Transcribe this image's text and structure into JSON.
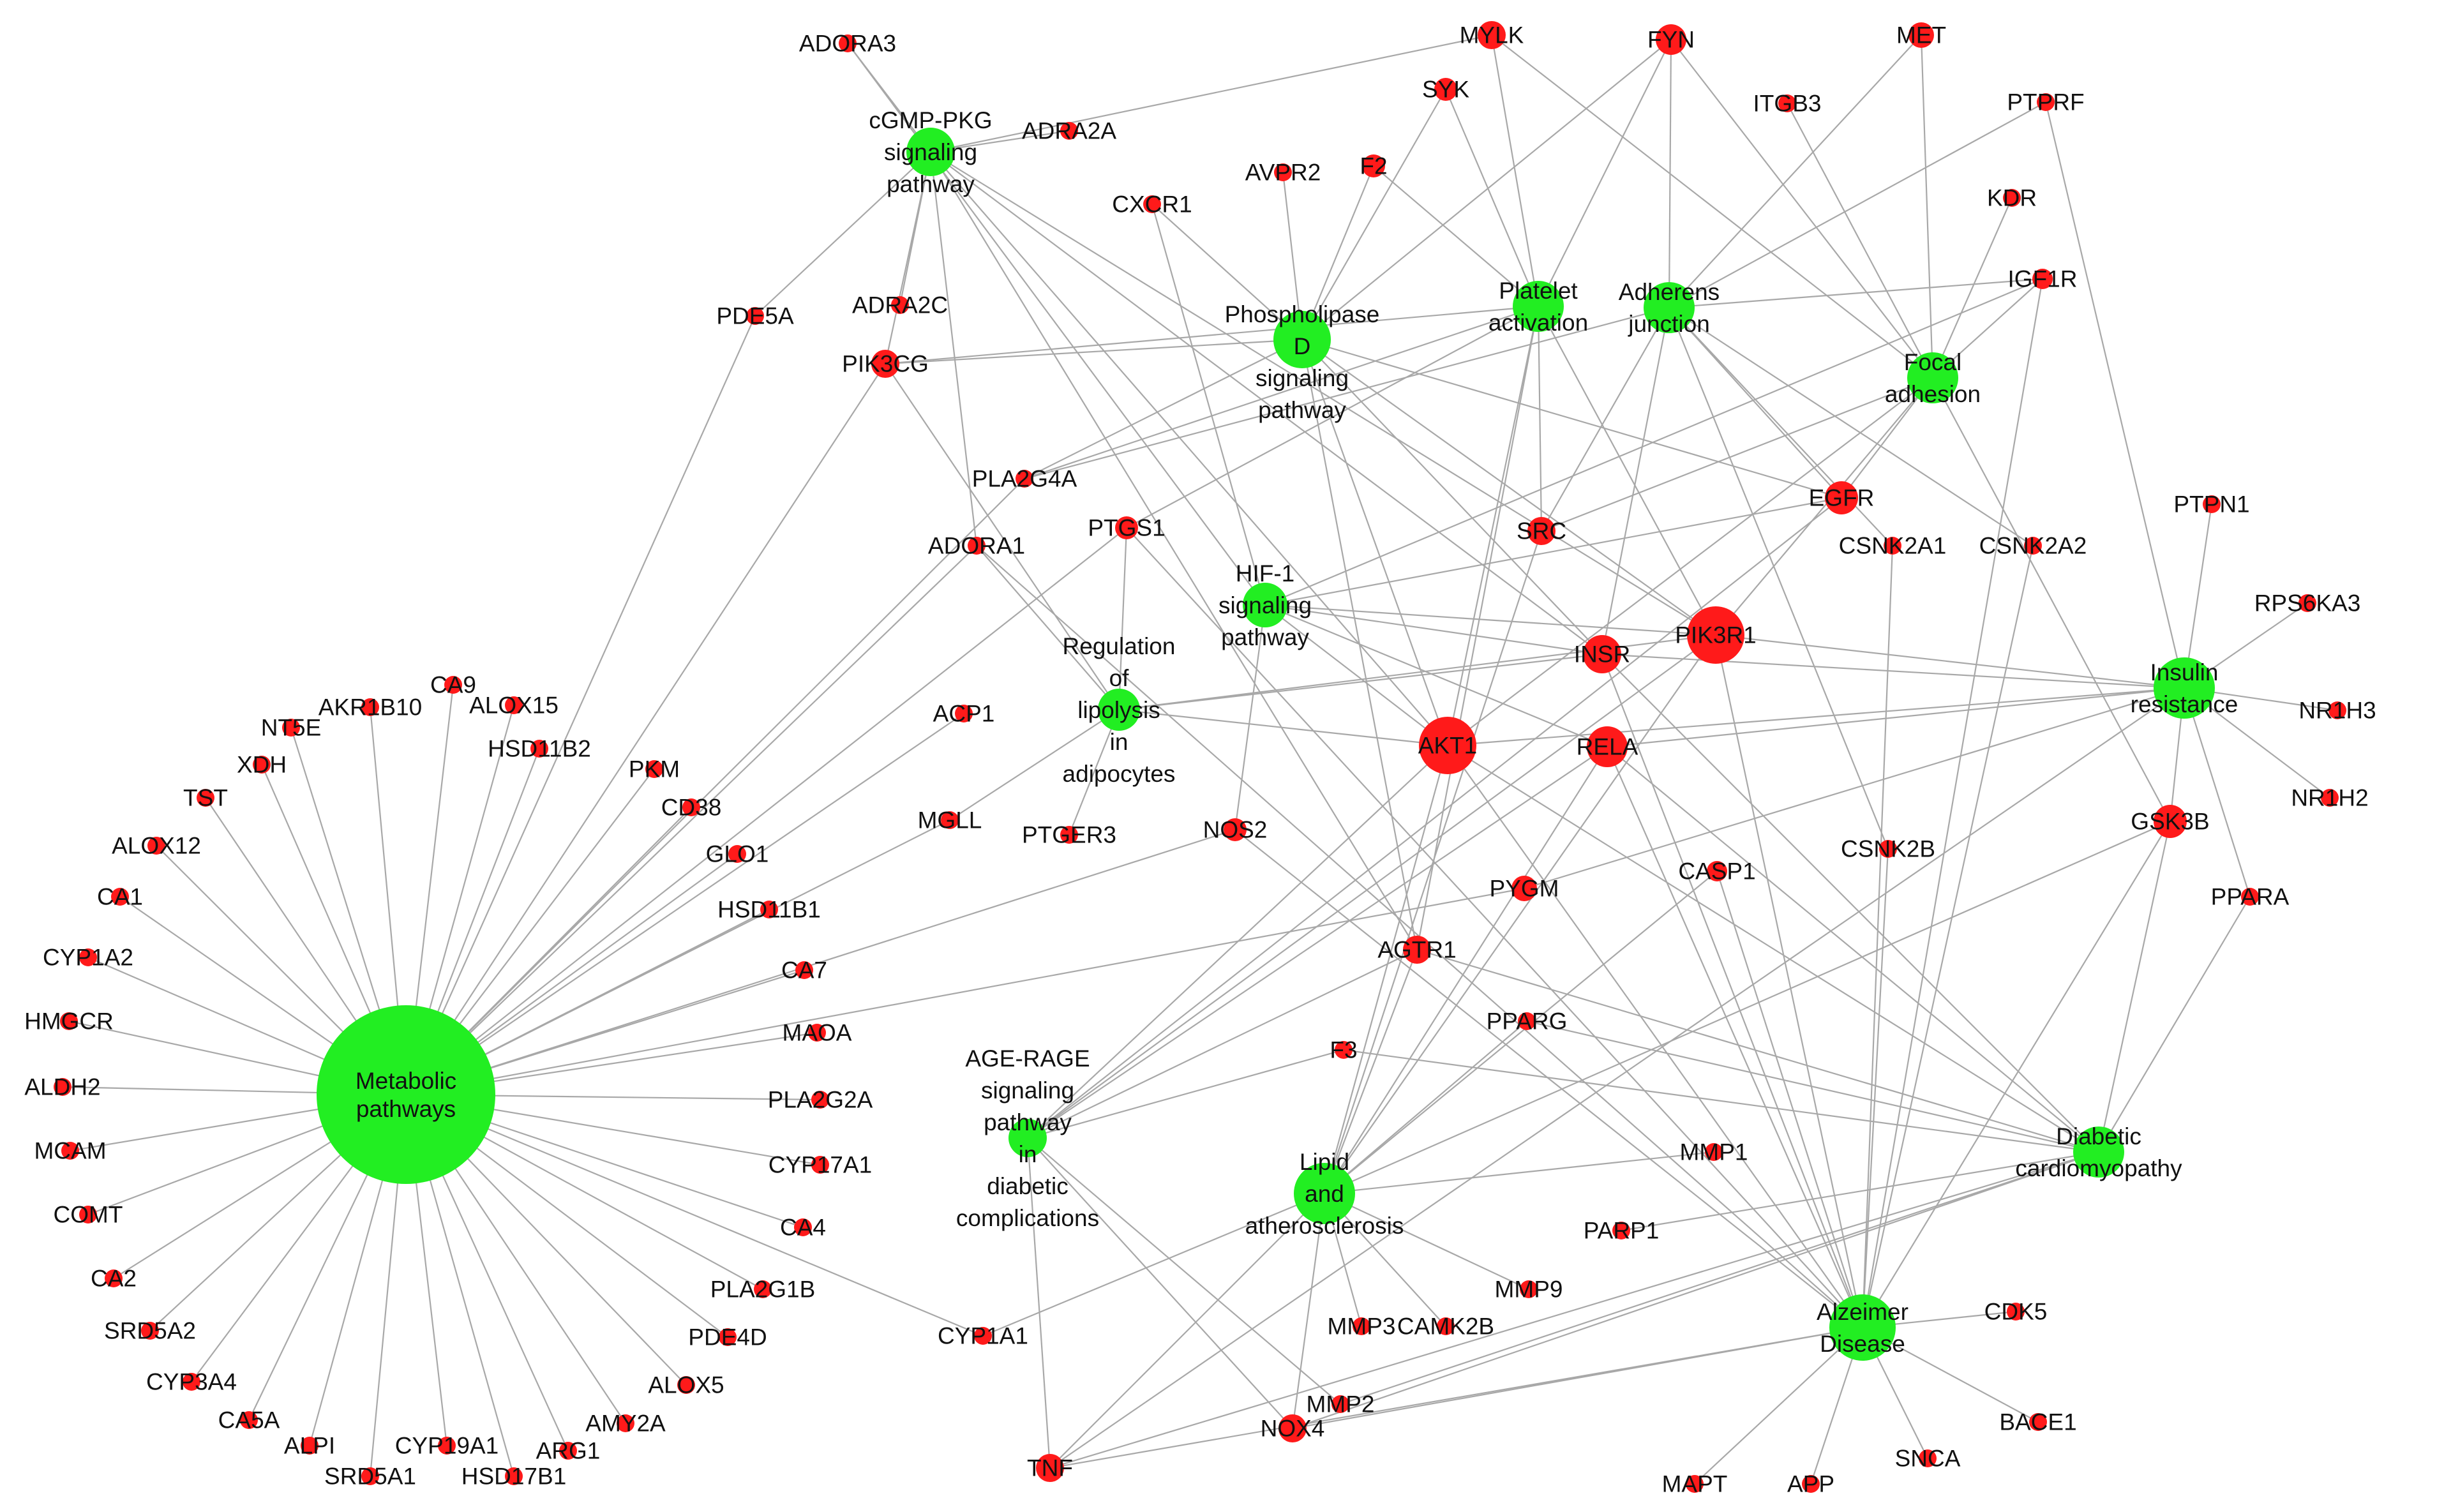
{
  "colors": {
    "gene_node": "#ff1a1a",
    "pathway_node": "#22ee22",
    "edge": "#a8a8a8",
    "label": "#111111"
  },
  "pathways": [
    {
      "id": "cgmp",
      "label": "cGMP-PKG\nsignaling\npathway"
    },
    {
      "id": "pld",
      "label": "Phospholipase\nD\nsignaling\npathway"
    },
    {
      "id": "platelet",
      "label": "Platelet\nactivation"
    },
    {
      "id": "adherens",
      "label": "Adherens\njunction"
    },
    {
      "id": "focal",
      "label": "Focal\nadhesion"
    },
    {
      "id": "hif1",
      "label": "HIF-1\nsignaling\npathway"
    },
    {
      "id": "lipolysis",
      "label": "Regulation\nof\nlipolysis\nin\nadipocytes"
    },
    {
      "id": "insulin",
      "label": "Insulin\nresistance"
    },
    {
      "id": "metabolic",
      "label": "Metabolic\npathways"
    },
    {
      "id": "agerage",
      "label": "AGE-RAGE\nsignaling\npathway\nin\ndiabetic\ncomplications"
    },
    {
      "id": "lipid",
      "label": "Lipid\nand\natherosclerosis"
    },
    {
      "id": "diabetic",
      "label": "Diabetic\ncardiomyopathy"
    },
    {
      "id": "alz",
      "label": "Alzeimer\nDisease"
    }
  ],
  "genes": [
    "ADORA3",
    "ADRA2A",
    "ADRA2C",
    "PDE5A",
    "PIK3CG",
    "MYLK",
    "SYK",
    "AVPR2",
    "F2",
    "CXCR1",
    "FYN",
    "ITGB3",
    "MET",
    "PTPRF",
    "KDR",
    "IGF1R",
    "PLA2G4A",
    "ADORA1",
    "PTGS1",
    "SRC",
    "EGFR",
    "CSNK2A1",
    "CSNK2A2",
    "PTPN1",
    "RPS6KA3",
    "NR1H3",
    "NR1H2",
    "INSR",
    "PIK3R1",
    "AKT1",
    "RELA",
    "ACP1",
    "MGLL",
    "PTGER3",
    "NOS2",
    "GSK3B",
    "PPARA",
    "CSNK2B",
    "CASP1",
    "PYGM",
    "AGTR1",
    "PPARG",
    "F3",
    "MMP1",
    "PARP1",
    "MMP9",
    "MMP3",
    "CAMK2B",
    "CDK5",
    "BACE1",
    "SNCA",
    "APP",
    "MAPT",
    "NOX4",
    "MMP2",
    "TNF",
    "CYP1A1",
    "CA9",
    "ALOX15",
    "AKR1B10",
    "HSD11B2",
    "NT5E",
    "XDH",
    "TST",
    "ALOX12",
    "CA1",
    "CYP1A2",
    "HMGCR",
    "ALDH2",
    "MCAM",
    "COMT",
    "CA2",
    "SRD5A2",
    "CYP3A4",
    "CA5A",
    "ALPI",
    "SRD5A1",
    "CYP19A1",
    "HSD17B1",
    "ARG1",
    "AMY2A",
    "ALOX5",
    "PDE4D",
    "PLA2G1B",
    "CA4",
    "CYP17A1",
    "PLA2G2A",
    "MAOA",
    "CA7",
    "HSD11B1",
    "GLO1",
    "CD38",
    "PKM"
  ],
  "edges": [
    [
      "cgmp",
      "ADORA3"
    ],
    [
      "cgmp",
      "ADRA2A"
    ],
    [
      "cgmp",
      "ADRA2C"
    ],
    [
      "cgmp",
      "PDE5A"
    ],
    [
      "cgmp",
      "PIK3CG"
    ],
    [
      "cgmp",
      "MYLK"
    ],
    [
      "cgmp",
      "ADORA1"
    ],
    [
      "cgmp",
      "AKT1"
    ],
    [
      "cgmp",
      "INSR"
    ],
    [
      "cgmp",
      "PIK3R1"
    ],
    [
      "cgmp",
      "AGTR1"
    ],
    [
      "pld",
      "PIK3CG"
    ],
    [
      "pld",
      "CXCR1"
    ],
    [
      "pld",
      "AVPR2"
    ],
    [
      "pld",
      "F2"
    ],
    [
      "pld",
      "SYK"
    ],
    [
      "pld",
      "FYN"
    ],
    [
      "pld",
      "PLA2G4A"
    ],
    [
      "pld",
      "EGFR"
    ],
    [
      "pld",
      "INSR"
    ],
    [
      "pld",
      "PIK3R1"
    ],
    [
      "pld",
      "AKT1"
    ],
    [
      "pld",
      "AGTR1"
    ],
    [
      "platelet",
      "PIK3CG"
    ],
    [
      "platelet",
      "MYLK"
    ],
    [
      "platelet",
      "SYK"
    ],
    [
      "platelet",
      "F2"
    ],
    [
      "platelet",
      "FYN"
    ],
    [
      "platelet",
      "PLA2G4A"
    ],
    [
      "platelet",
      "PTGS1"
    ],
    [
      "platelet",
      "SRC"
    ],
    [
      "platelet",
      "AKT1"
    ],
    [
      "platelet",
      "PIK3R1"
    ],
    [
      "platelet",
      "AGTR1"
    ],
    [
      "adherens",
      "FYN"
    ],
    [
      "adherens",
      "MET"
    ],
    [
      "adherens",
      "PTPRF"
    ],
    [
      "adherens",
      "IGF1R"
    ],
    [
      "adherens",
      "SRC"
    ],
    [
      "adherens",
      "EGFR"
    ],
    [
      "adherens",
      "INSR"
    ],
    [
      "adherens",
      "CSNK2A1"
    ],
    [
      "adherens",
      "CSNK2A2"
    ],
    [
      "adherens",
      "CSNK2B"
    ],
    [
      "adherens",
      "PLA2G4A"
    ],
    [
      "focal",
      "MYLK"
    ],
    [
      "focal",
      "FYN"
    ],
    [
      "focal",
      "ITGB3"
    ],
    [
      "focal",
      "MET"
    ],
    [
      "focal",
      "KDR"
    ],
    [
      "focal",
      "IGF1R"
    ],
    [
      "focal",
      "EGFR"
    ],
    [
      "focal",
      "SRC"
    ],
    [
      "focal",
      "AKT1"
    ],
    [
      "focal",
      "PIK3R1"
    ],
    [
      "focal",
      "GSK3B"
    ],
    [
      "focal",
      "HIF-1"
    ],
    [
      "hif1",
      "EGFR"
    ],
    [
      "hif1",
      "IGF1R"
    ],
    [
      "hif1",
      "INSR"
    ],
    [
      "hif1",
      "PIK3R1"
    ],
    [
      "hif1",
      "AKT1"
    ],
    [
      "hif1",
      "RELA"
    ],
    [
      "hif1",
      "NOS2"
    ],
    [
      "hif1",
      "ADORA3"
    ],
    [
      "hif1",
      "CXCR1"
    ],
    [
      "lipolysis",
      "ADORA1"
    ],
    [
      "lipolysis",
      "PTGS1"
    ],
    [
      "lipolysis",
      "PTGER3"
    ],
    [
      "lipolysis",
      "MGLL"
    ],
    [
      "lipolysis",
      "INSR"
    ],
    [
      "lipolysis",
      "AKT1"
    ],
    [
      "lipolysis",
      "PIK3R1"
    ],
    [
      "lipolysis",
      "PIK3CG"
    ],
    [
      "insulin",
      "PTPN1"
    ],
    [
      "insulin",
      "RPS6KA3"
    ],
    [
      "insulin",
      "NR1H3"
    ],
    [
      "insulin",
      "NR1H2"
    ],
    [
      "insulin",
      "GSK3B"
    ],
    [
      "insulin",
      "PPARA"
    ],
    [
      "insulin",
      "INSR"
    ],
    [
      "insulin",
      "PIK3R1"
    ],
    [
      "insulin",
      "AKT1"
    ],
    [
      "insulin",
      "RELA"
    ],
    [
      "insulin",
      "PYGM"
    ],
    [
      "insulin",
      "PTPRF"
    ],
    [
      "insulin",
      "TNF"
    ],
    [
      "metabolic",
      "PDE5A"
    ],
    [
      "metabolic",
      "PIK3CG"
    ],
    [
      "metabolic",
      "PLA2G4A"
    ],
    [
      "metabolic",
      "ADORA1"
    ],
    [
      "metabolic",
      "PTGS1"
    ],
    [
      "metabolic",
      "ACP1"
    ],
    [
      "metabolic",
      "MGLL"
    ],
    [
      "metabolic",
      "NOS2"
    ],
    [
      "metabolic",
      "PYGM"
    ],
    [
      "metabolic",
      "CYP1A1"
    ],
    [
      "metabolic",
      "CA9"
    ],
    [
      "metabolic",
      "ALOX15"
    ],
    [
      "metabolic",
      "AKR1B10"
    ],
    [
      "metabolic",
      "HSD11B2"
    ],
    [
      "metabolic",
      "NT5E"
    ],
    [
      "metabolic",
      "XDH"
    ],
    [
      "metabolic",
      "TST"
    ],
    [
      "metabolic",
      "ALOX12"
    ],
    [
      "metabolic",
      "CA1"
    ],
    [
      "metabolic",
      "CYP1A2"
    ],
    [
      "metabolic",
      "HMGCR"
    ],
    [
      "metabolic",
      "ALDH2"
    ],
    [
      "metabolic",
      "MCAM"
    ],
    [
      "metabolic",
      "COMT"
    ],
    [
      "metabolic",
      "CA2"
    ],
    [
      "metabolic",
      "SRD5A2"
    ],
    [
      "metabolic",
      "CYP3A4"
    ],
    [
      "metabolic",
      "CA5A"
    ],
    [
      "metabolic",
      "ALPI"
    ],
    [
      "metabolic",
      "SRD5A1"
    ],
    [
      "metabolic",
      "CYP19A1"
    ],
    [
      "metabolic",
      "HSD17B1"
    ],
    [
      "metabolic",
      "ARG1"
    ],
    [
      "metabolic",
      "AMY2A"
    ],
    [
      "metabolic",
      "ALOX5"
    ],
    [
      "metabolic",
      "PDE4D"
    ],
    [
      "metabolic",
      "PLA2G1B"
    ],
    [
      "metabolic",
      "CA4"
    ],
    [
      "metabolic",
      "CYP17A1"
    ],
    [
      "metabolic",
      "PLA2G2A"
    ],
    [
      "metabolic",
      "MAOA"
    ],
    [
      "metabolic",
      "CA7"
    ],
    [
      "metabolic",
      "HSD11B1"
    ],
    [
      "metabolic",
      "GLO1"
    ],
    [
      "metabolic",
      "CD38"
    ],
    [
      "metabolic",
      "PKM"
    ],
    [
      "agerage",
      "AKT1"
    ],
    [
      "agerage",
      "PIK3R1"
    ],
    [
      "agerage",
      "RELA"
    ],
    [
      "agerage",
      "F3"
    ],
    [
      "agerage",
      "AGTR1"
    ],
    [
      "agerage",
      "NOX4"
    ],
    [
      "agerage",
      "TNF"
    ],
    [
      "agerage",
      "MMP2"
    ],
    [
      "agerage",
      "EGFR"
    ],
    [
      "lipid",
      "AKT1"
    ],
    [
      "lipid",
      "PIK3R1"
    ],
    [
      "lipid",
      "RELA"
    ],
    [
      "lipid",
      "CASP1"
    ],
    [
      "lipid",
      "PPARG"
    ],
    [
      "lipid",
      "MMP1"
    ],
    [
      "lipid",
      "MMP3"
    ],
    [
      "lipid",
      "MMP9"
    ],
    [
      "lipid",
      "CAMK2B"
    ],
    [
      "lipid",
      "TNF"
    ],
    [
      "lipid",
      "CYP1A1"
    ],
    [
      "lipid",
      "AGTR1"
    ],
    [
      "lipid",
      "GSK3B"
    ],
    [
      "lipid",
      "NOX4"
    ],
    [
      "lipid",
      "SRC"
    ],
    [
      "diabetic",
      "AKT1"
    ],
    [
      "diabetic",
      "RELA"
    ],
    [
      "diabetic",
      "GSK3B"
    ],
    [
      "diabetic",
      "PPARA"
    ],
    [
      "diabetic",
      "PPARG"
    ],
    [
      "diabetic",
      "AGTR1"
    ],
    [
      "diabetic",
      "PARP1"
    ],
    [
      "diabetic",
      "NOX4"
    ],
    [
      "diabetic",
      "MMP2"
    ],
    [
      "diabetic",
      "INSR"
    ],
    [
      "diabetic",
      "TNF"
    ],
    [
      "diabetic",
      "F3"
    ],
    [
      "alz",
      "INSR"
    ],
    [
      "alz",
      "CSNK2A1"
    ],
    [
      "alz",
      "CSNK2A2"
    ],
    [
      "alz",
      "CSNK2B"
    ],
    [
      "alz",
      "GSK3B"
    ],
    [
      "alz",
      "CASP1"
    ],
    [
      "alz",
      "RELA"
    ],
    [
      "alz",
      "CDK5"
    ],
    [
      "alz",
      "BACE1"
    ],
    [
      "alz",
      "SNCA"
    ],
    [
      "alz",
      "APP"
    ],
    [
      "alz",
      "MAPT"
    ],
    [
      "alz",
      "NOX4"
    ],
    [
      "alz",
      "TNF"
    ],
    [
      "alz",
      "NOS2"
    ],
    [
      "alz",
      "AKT1"
    ],
    [
      "alz",
      "PIK3R1"
    ],
    [
      "alz",
      "ADORA1"
    ],
    [
      "alz",
      "IGF1R"
    ],
    [
      "alz",
      "PTGS1"
    ]
  ]
}
